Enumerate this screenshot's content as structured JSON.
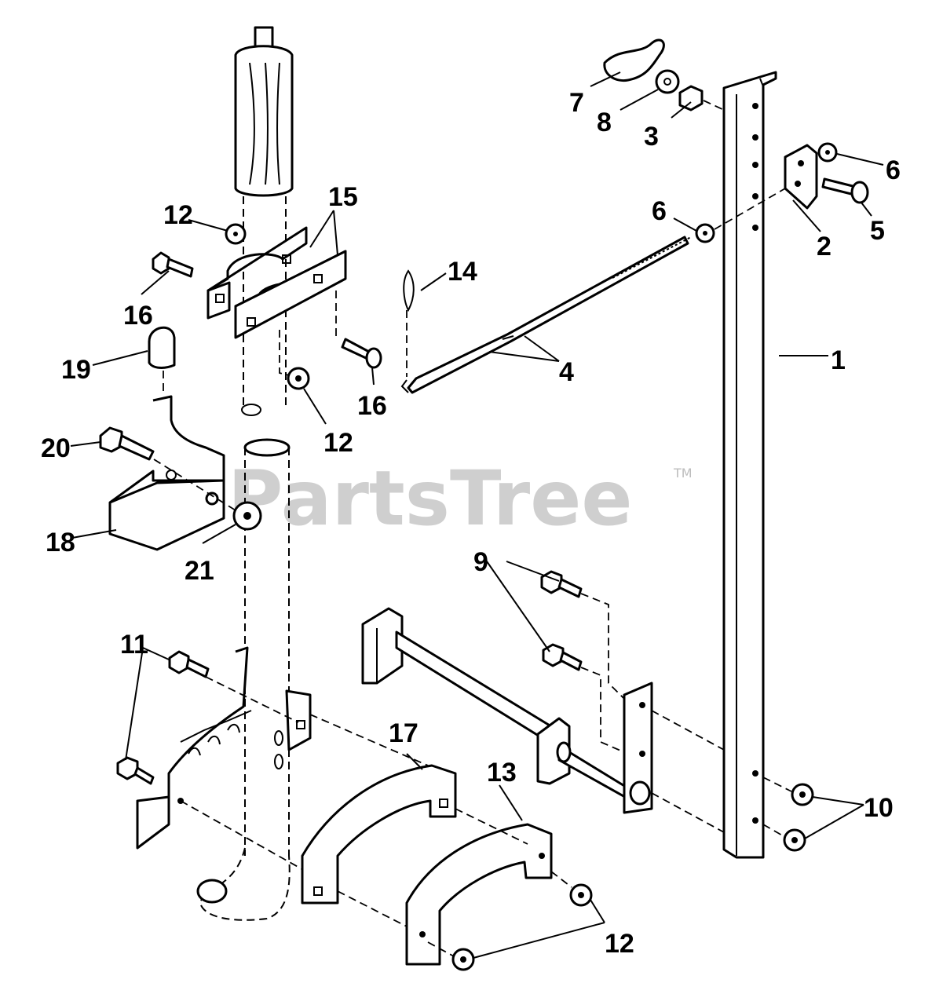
{
  "watermark": {
    "text": "PartsTree",
    "trademark": "TM"
  },
  "callouts": [
    {
      "id": "c1",
      "text": "1"
    },
    {
      "id": "c2",
      "text": "2"
    },
    {
      "id": "c3",
      "text": "3"
    },
    {
      "id": "c4",
      "text": "4"
    },
    {
      "id": "c5",
      "text": "5"
    },
    {
      "id": "c6a",
      "text": "6"
    },
    {
      "id": "c6b",
      "text": "6"
    },
    {
      "id": "c7",
      "text": "7"
    },
    {
      "id": "c8",
      "text": "8"
    },
    {
      "id": "c9",
      "text": "9"
    },
    {
      "id": "c10",
      "text": "10"
    },
    {
      "id": "c11",
      "text": "11"
    },
    {
      "id": "c12a",
      "text": "12"
    },
    {
      "id": "c12b",
      "text": "12"
    },
    {
      "id": "c12c",
      "text": "12"
    },
    {
      "id": "c13",
      "text": "13"
    },
    {
      "id": "c14",
      "text": "14"
    },
    {
      "id": "c15",
      "text": "15"
    },
    {
      "id": "c16a",
      "text": "16"
    },
    {
      "id": "c16b",
      "text": "16"
    },
    {
      "id": "c17",
      "text": "17"
    },
    {
      "id": "c18",
      "text": "18"
    },
    {
      "id": "c19",
      "text": "19"
    },
    {
      "id": "c20",
      "text": "20"
    },
    {
      "id": "c21",
      "text": "21"
    }
  ]
}
